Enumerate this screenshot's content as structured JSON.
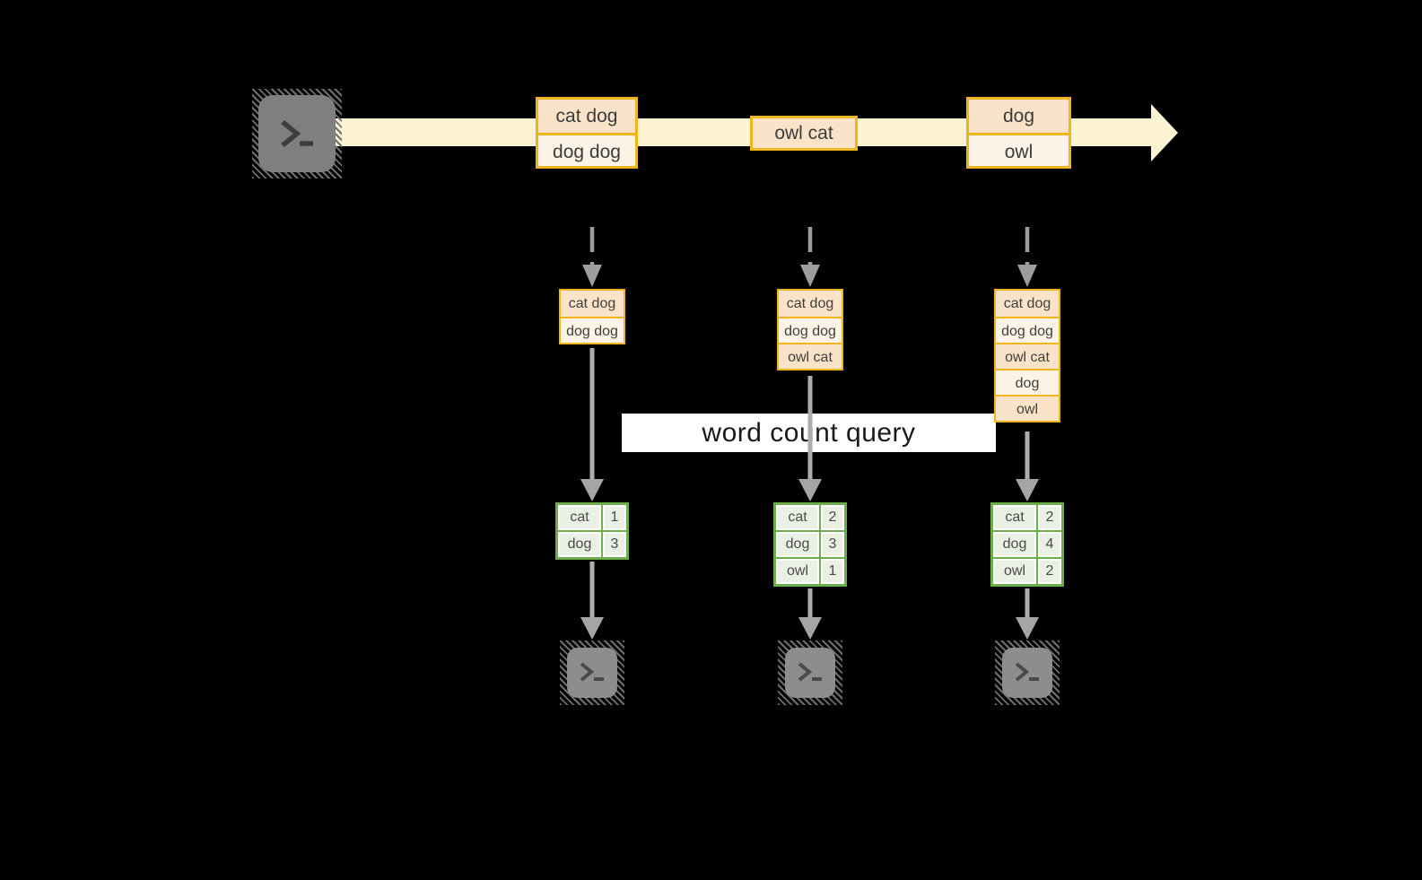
{
  "diagram_kind": "streaming word count query over an append-only event stream",
  "palette": {
    "background": "#000000",
    "stream_band": "#fcf3d2",
    "event_row_peach": "#fae3c8",
    "event_row_cream": "#fdf4e7",
    "event_border_orange": "#f0b41c",
    "result_border_green": "#6bae4b",
    "result_cell_green": "#eaf0e4",
    "arrow_gray": "#a9a9a9",
    "terminal_gray": "#7f7f7f",
    "text_dark": "#3b3b3b"
  },
  "icons": {
    "source": "terminal-icon",
    "sink": "terminal-icon",
    "terminal_prompt": ">_"
  },
  "query": {
    "label": "word count query"
  },
  "stream_events": [
    {
      "rows": [
        "cat dog",
        "dog dog"
      ]
    },
    {
      "rows": [
        "owl cat"
      ]
    },
    {
      "rows": [
        "dog",
        "owl"
      ]
    }
  ],
  "columns": [
    {
      "log_rows": [
        "cat dog",
        "dog dog"
      ],
      "result": {
        "rows": [
          {
            "word": "cat",
            "count": "1"
          },
          {
            "word": "dog",
            "count": "3"
          }
        ]
      }
    },
    {
      "log_rows": [
        "cat dog",
        "dog dog",
        "owl cat"
      ],
      "result": {
        "rows": [
          {
            "word": "cat",
            "count": "2"
          },
          {
            "word": "dog",
            "count": "3"
          },
          {
            "word": "owl",
            "count": "1"
          }
        ]
      }
    },
    {
      "log_rows": [
        "cat dog",
        "dog dog",
        "owl cat",
        "dog",
        "owl"
      ],
      "result": {
        "rows": [
          {
            "word": "cat",
            "count": "2"
          },
          {
            "word": "dog",
            "count": "4"
          },
          {
            "word": "owl",
            "count": "2"
          }
        ]
      }
    }
  ]
}
